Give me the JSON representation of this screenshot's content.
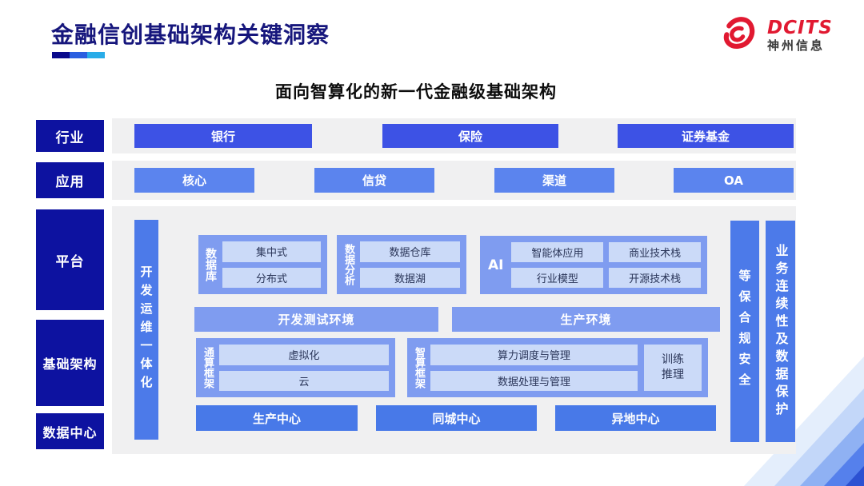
{
  "header": {
    "title": "金融信创基础架构关键洞察",
    "logo_brand": "DCITS",
    "logo_company": "神州信息"
  },
  "subtitle": "面向智算化的新一代金融级基础架构",
  "layers": {
    "industry": "行业",
    "application": "应用",
    "platform": "平台",
    "infrastructure": "基础架构",
    "datacenter": "数据中心"
  },
  "industry_row": {
    "items": [
      "银行",
      "保险",
      "证券基金"
    ]
  },
  "application_row": {
    "items": [
      "核心",
      "信贷",
      "渠道",
      "OA"
    ]
  },
  "platform": {
    "devops_bar": "开发运维一体化",
    "database": {
      "name": "数据库",
      "items": [
        "集中式",
        "分布式"
      ]
    },
    "analytics": {
      "name": "数据分析",
      "items": [
        "数据仓库",
        "数据湖"
      ]
    },
    "ai": {
      "name": "AI",
      "items": [
        "智能体应用",
        "商业技术栈",
        "行业模型",
        "开源技术栈"
      ]
    },
    "environments": [
      "开发测试环境",
      "生产环境"
    ]
  },
  "infrastructure": {
    "general_compute": {
      "name": "通算框架",
      "items": [
        "虚拟化",
        "云"
      ]
    },
    "ai_compute": {
      "name": "智算框架",
      "items": [
        "算力调度与管理",
        "数据处理与管理"
      ],
      "side": "训练\n推理"
    }
  },
  "datacenter_row": {
    "items": [
      "生产中心",
      "同城中心",
      "异地中心"
    ]
  },
  "security_bars": [
    "等保合规安全",
    "业务连续性及数据保护"
  ],
  "colors": {
    "title_navy": "#16167C",
    "label_navy": "#0D12A0",
    "industry_blue": "#3D52E5",
    "app_blue": "#5B84EE",
    "bar_blue": "#4C7AE9",
    "group_blue": "#7F9CF0",
    "chip_light": "#CBDAF8",
    "strip_gray": "#F0F0F1",
    "logo_red": "#E11931",
    "underline_segments": [
      "#0A0A8C",
      "#2B5FE0",
      "#29ACE8"
    ]
  }
}
